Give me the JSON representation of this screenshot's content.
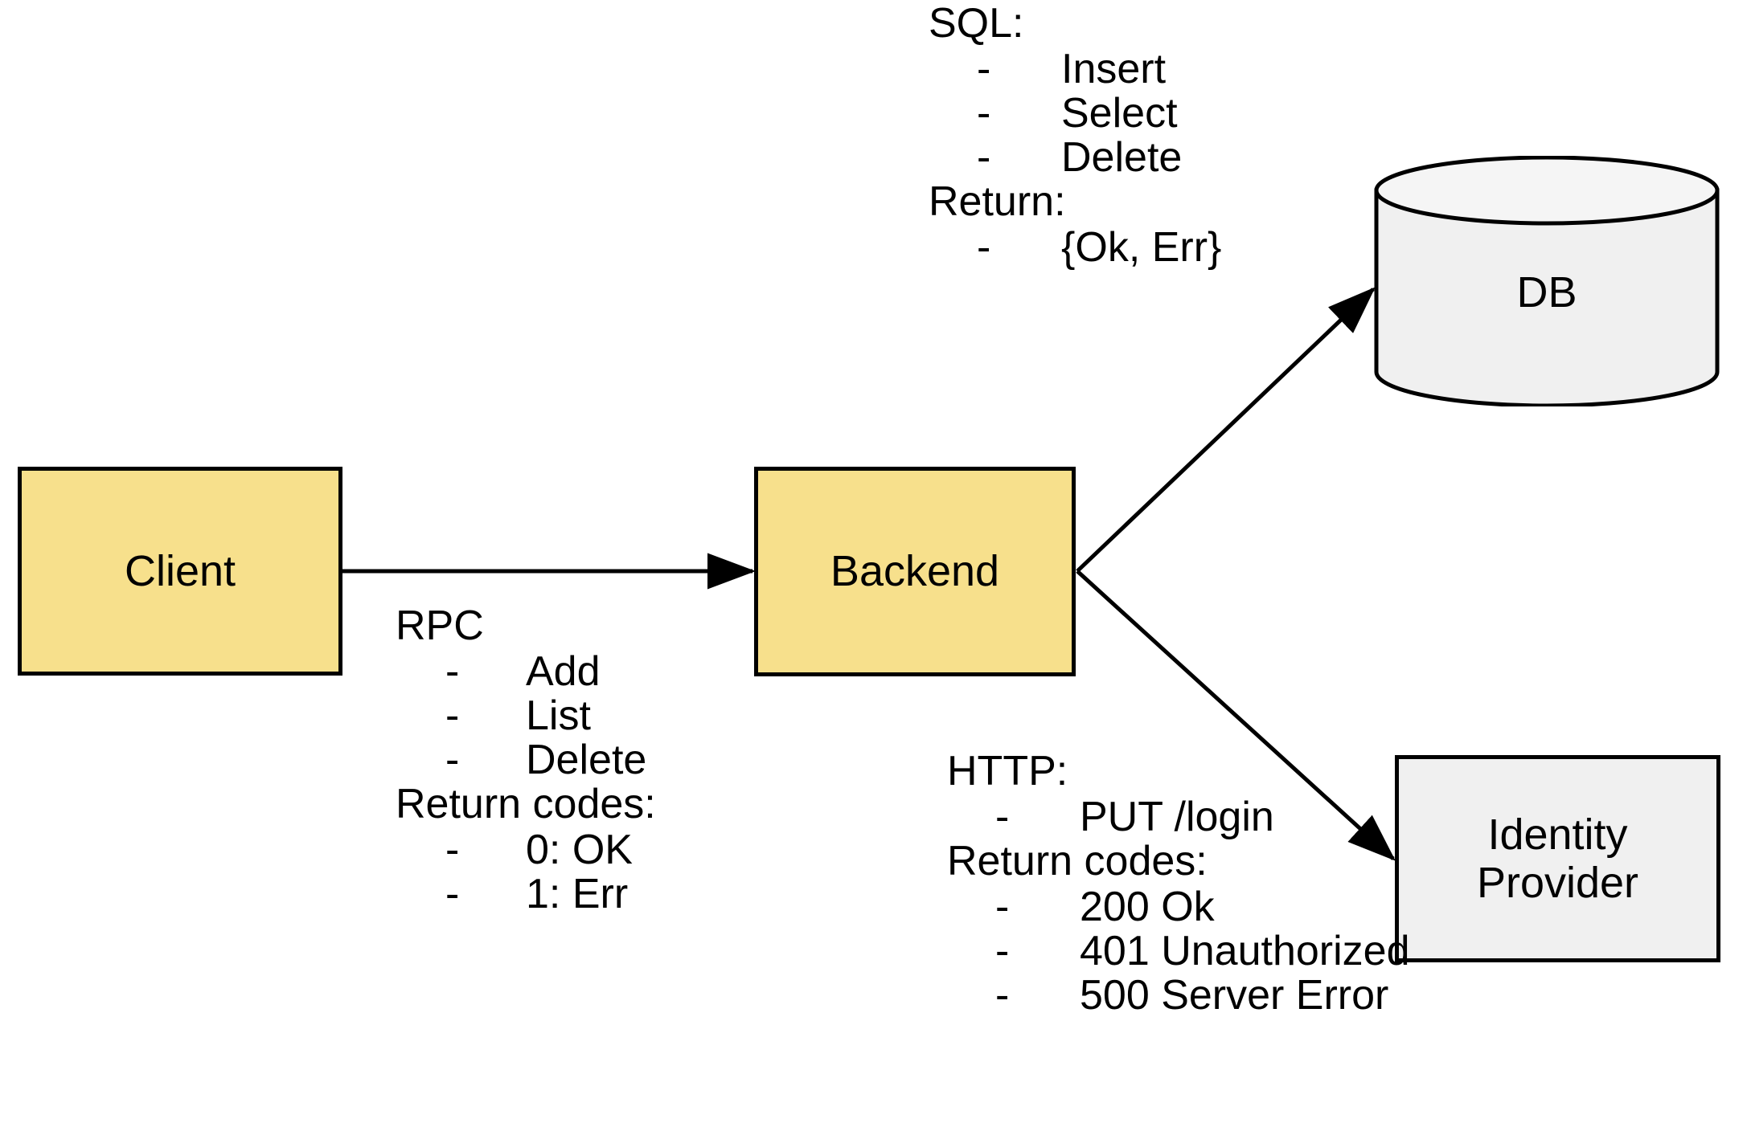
{
  "diagram": {
    "title": "Client / Backend / DB / Identity Provider architecture",
    "colors": {
      "service_fill": "#F7E08C",
      "external_fill": "#F0F0F0",
      "stroke": "#000000",
      "background": "#FFFFFF"
    }
  },
  "nodes": {
    "client": {
      "label": "Client"
    },
    "backend": {
      "label": "Backend"
    },
    "db": {
      "label": "DB"
    },
    "idp": {
      "label": "Identity Provider",
      "line1": "Identity",
      "line2": "Provider"
    }
  },
  "annotations": {
    "sql": {
      "heading": "SQL:",
      "dash": "-",
      "items": [
        "Insert",
        "Select",
        "Delete"
      ],
      "return_heading": "Return:",
      "return_items": [
        "{Ok, Err}"
      ]
    },
    "rpc": {
      "heading": "RPC",
      "dash": "-",
      "items": [
        "Add",
        "List",
        "Delete"
      ],
      "return_heading": "Return codes:",
      "return_items": [
        "0: OK",
        "1: Err"
      ]
    },
    "http": {
      "heading": "HTTP:",
      "dash": "-",
      "items": [
        "PUT /login"
      ],
      "return_heading": "Return codes:",
      "return_items": [
        "200 Ok",
        "401 Unauthorized",
        "500 Server Error"
      ]
    }
  },
  "edges": [
    {
      "name": "client-to-backend",
      "from": "client",
      "to": "backend",
      "protocol": "RPC"
    },
    {
      "name": "backend-to-db",
      "from": "backend",
      "to": "db",
      "protocol": "SQL"
    },
    {
      "name": "backend-to-idp",
      "from": "backend",
      "to": "idp",
      "protocol": "HTTP"
    }
  ]
}
